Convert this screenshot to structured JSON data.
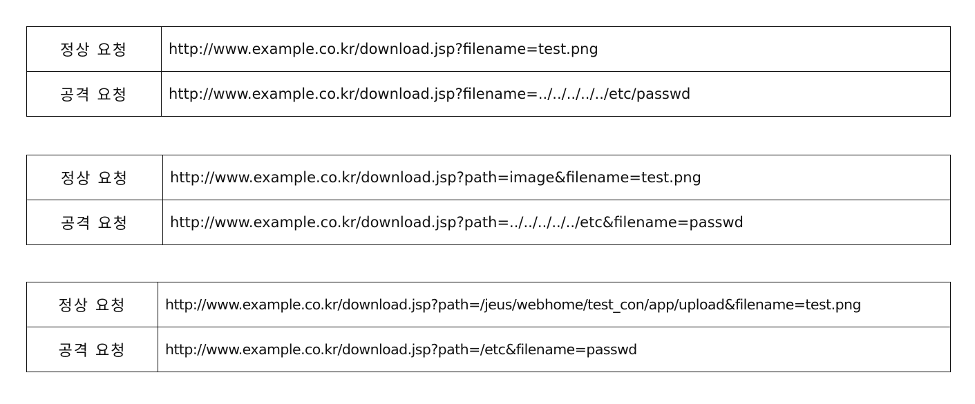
{
  "tables": [
    {
      "rows": [
        {
          "label": "정상 요청",
          "url": "http://www.example.co.kr/download.jsp?filename=test.png"
        },
        {
          "label": "공격 요청",
          "url": "http://www.example.co.kr/download.jsp?filename=../../../../../etc/passwd"
        }
      ]
    },
    {
      "rows": [
        {
          "label": "정상 요청",
          "url": "http://www.example.co.kr/download.jsp?path=image&filename=test.png"
        },
        {
          "label": "공격 요청",
          "url": "http://www.example.co.kr/download.jsp?path=../../../../../etc&filename=passwd"
        }
      ]
    },
    {
      "rows": [
        {
          "label": "정상 요청",
          "url": "http://www.example.co.kr/download.jsp?path=/jeus/webhome/test_con/app/upload&filename=test.png"
        },
        {
          "label": "공격 요청",
          "url": "http://www.example.co.kr/download.jsp?path=/etc&filename=passwd"
        }
      ]
    }
  ]
}
